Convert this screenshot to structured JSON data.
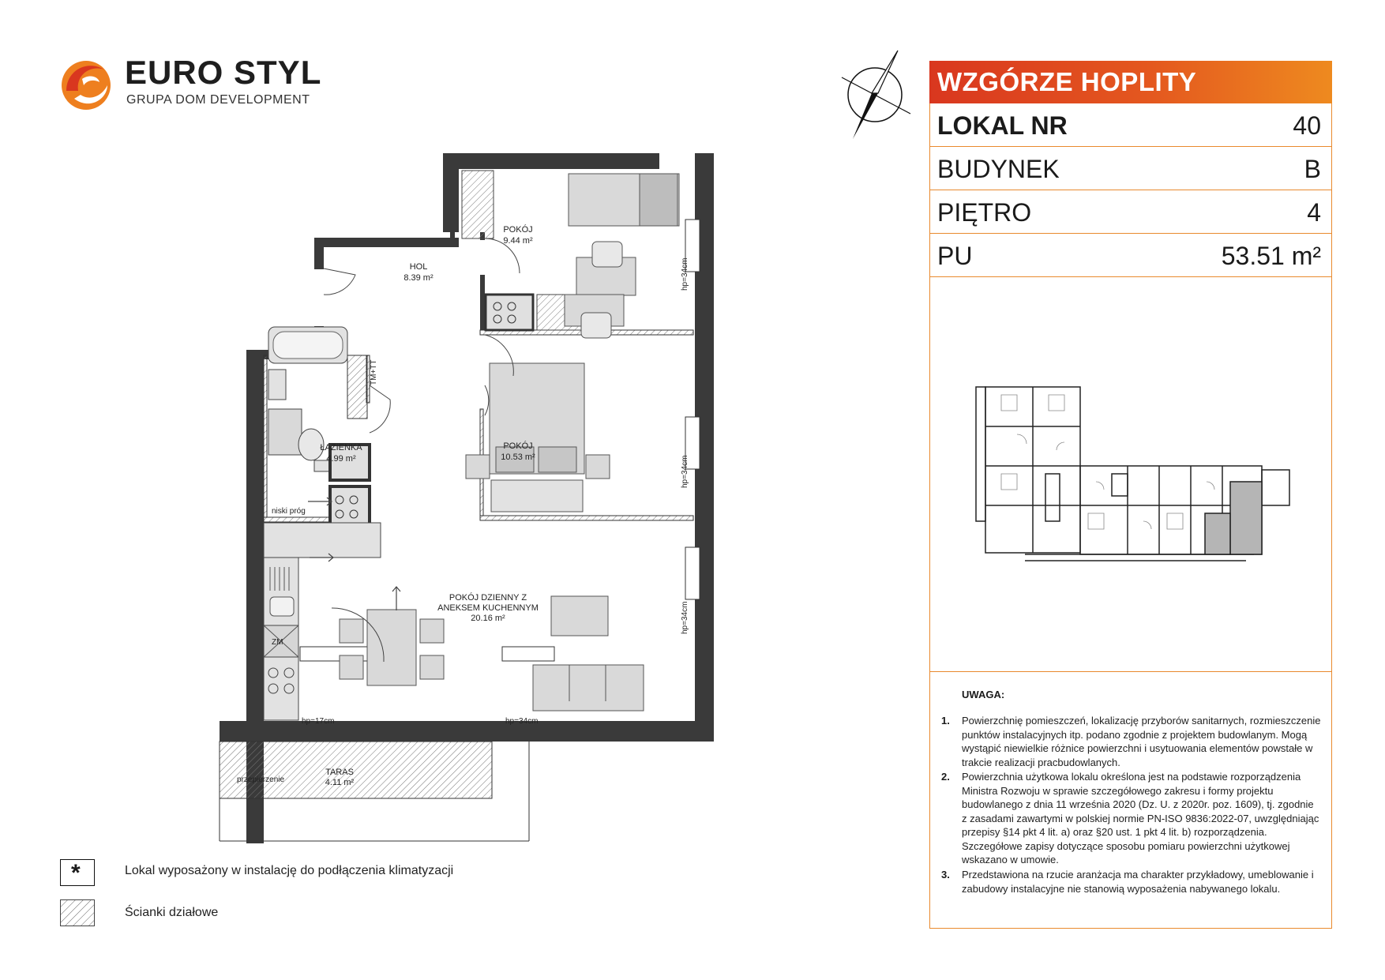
{
  "logo": {
    "name": "EURO STYL",
    "subtitle": "GRUPA DOM DEVELOPMENT"
  },
  "panel": {
    "title": "WZGÓRZE HOPLITY",
    "rows": [
      {
        "label": "LOKAL NR",
        "value": "40"
      },
      {
        "label": "BUDYNEK",
        "value": "B"
      },
      {
        "label": "PIĘTRO",
        "value": "4"
      },
      {
        "label": "PU",
        "value": "53.51 m²"
      }
    ]
  },
  "notes": {
    "title": "UWAGA:",
    "items": [
      {
        "n": "1.",
        "text": "Powierzchnię pomieszczeń, lokalizację przyborów sanitarnych, rozmieszczenie punktów instalacyjnych itp. podano zgodnie z projektem budowlanym. Mogą wystąpić niewielkie różnice powierzchni i usytuowania elementów powstałe w trakcie realizacji pracbudowlanych."
      },
      {
        "n": "2.",
        "text": "Powierzchnia użytkowa lokalu określona jest na podstawie rozporządzenia Ministra Rozwoju w sprawie szczegółowego zakresu i formy projektu budowlanego z dnia 11 września 2020 (Dz. U. z 2020r. poz. 1609), tj. zgodnie z zasadami zawartymi w polskiej normie PN-ISO 9836:2022-07, uwzględniając przepisy §14 pkt 4 lit. a) oraz §20 ust. 1 pkt 4 lit. b) rozporządzenia. Szczegółowe zapisy dotyczące sposobu pomiaru powierzchni użytkowej wskazano w umowie."
      },
      {
        "n": "3.",
        "text": "Przedstawiona na rzucie aranżacja ma charakter przykładowy, umeblowanie i zabudowy instalacyjne nie stanowią wyposażenia nabywanego lokalu."
      }
    ]
  },
  "legend": {
    "ac_symbol": "*",
    "ac_text": "Lokal wyposażony w instalację do podłączenia klimatyzacji",
    "partition_text": "Ścianki działowe"
  },
  "rooms": {
    "pokoj1_name": "POKÓJ",
    "pokoj1_area": "9.44 m²",
    "hol_name": "HOL",
    "hol_area": "8.39 m²",
    "lazienka_name": "ŁAZIENKA",
    "lazienka_area": "4.99 m²",
    "pokoj2_name": "POKÓJ",
    "pokoj2_area": "10.53 m²",
    "dzienny_name_1": "POKÓJ DZIENNY Z",
    "dzienny_name_2": "ANEKSEM KUCHENNYM",
    "dzienny_area": "20.16 m²",
    "taras_name": "TARAS",
    "taras_area": "4.11 m²"
  },
  "plan_labels": {
    "hp34": "hp=34cm",
    "hp17": "hp=17cm",
    "niski_prog": "niski próg",
    "przepierzenie": "przepierzenie",
    "zm": "ZM",
    "tm_tt": "TM+TT"
  },
  "colors": {
    "accent_orange": "#e98a2e",
    "title_red": "#d9371f",
    "wall": "#3a3a3a"
  }
}
